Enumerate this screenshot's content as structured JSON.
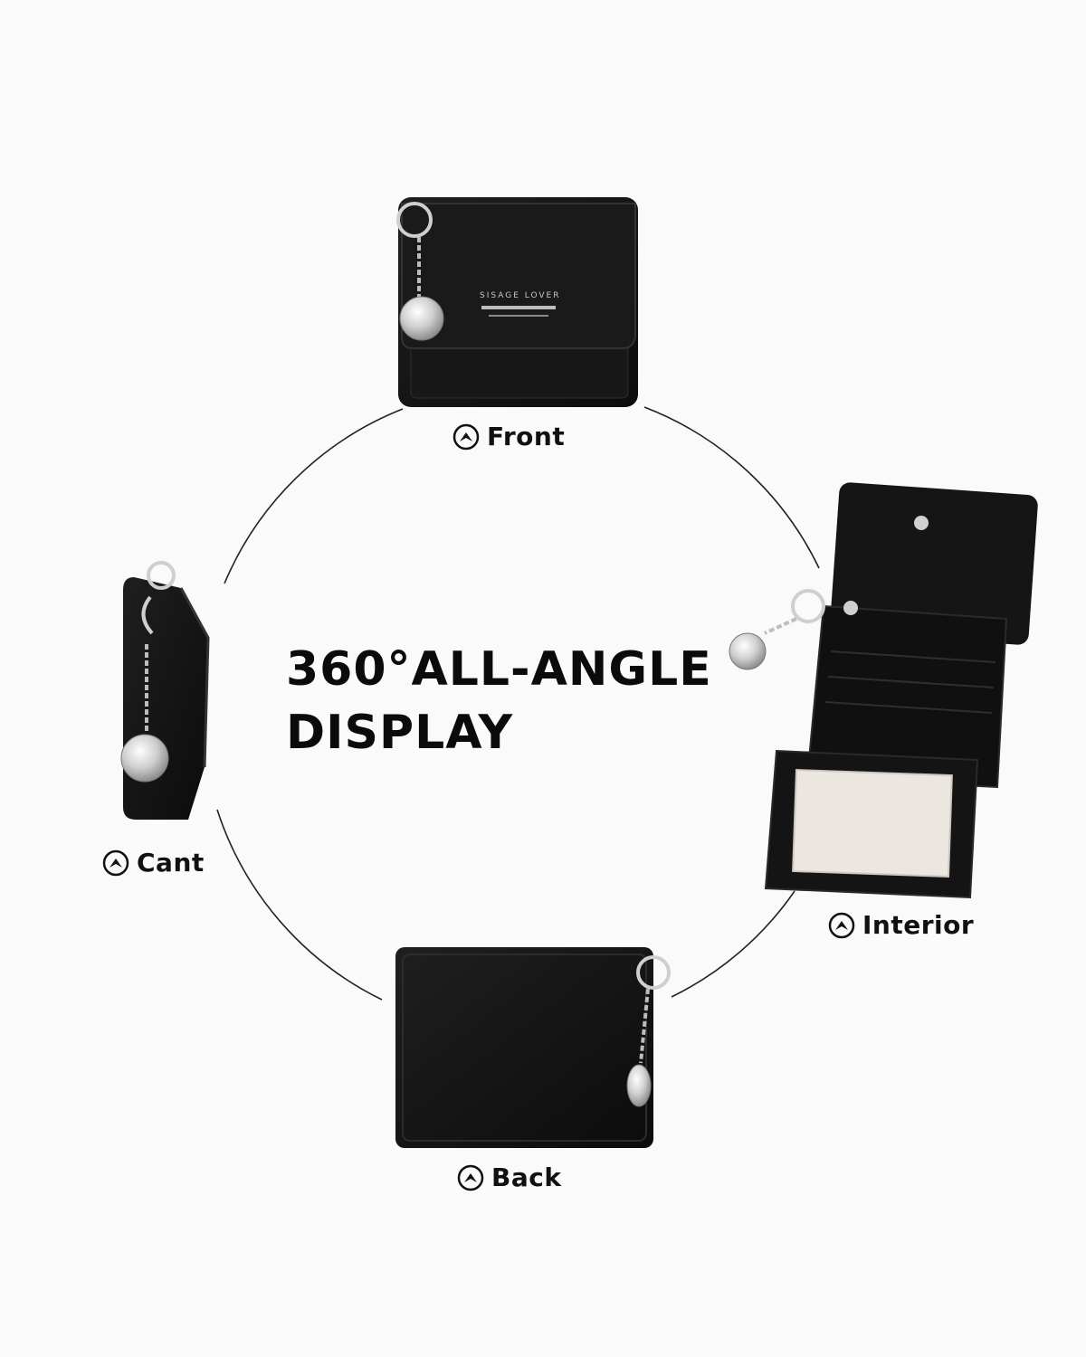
{
  "headline": {
    "line1": "360°ALL-ANGLE",
    "line2": "DISPLAY"
  },
  "views": [
    {
      "label": "Front"
    },
    {
      "label": "Interior"
    },
    {
      "label": "Back"
    },
    {
      "label": "Cant"
    }
  ],
  "brand_text": "SISAGE LOVER",
  "icons": {
    "view_marker": "chevron-up-circle-icon"
  },
  "colors": {
    "background": "#fafafa",
    "wallet": "#141414",
    "metal": "#c9c9c9",
    "text": "#111111"
  }
}
